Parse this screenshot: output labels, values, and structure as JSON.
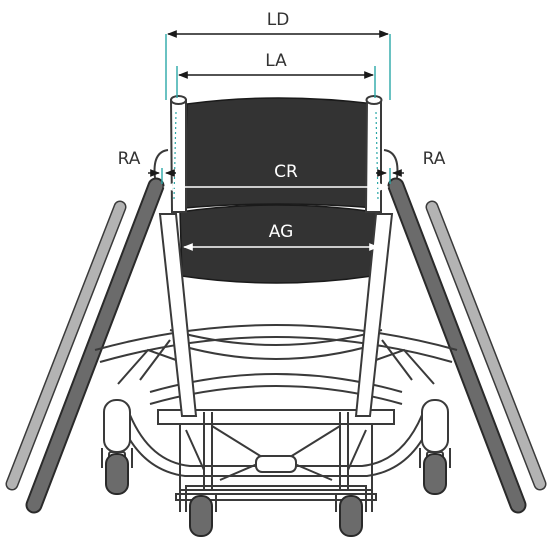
{
  "labels": {
    "ld": "LD",
    "la": "LA",
    "cr": "CR",
    "ag": "AG",
    "ra_left": "RA",
    "ra_right": "RA"
  },
  "colors": {
    "cushion": "#333333",
    "frame_stroke": "#3a3a3a",
    "dimension_line": "#1a1a1a",
    "guide_line": "#2aa7a7",
    "wheel_dark": "#666666",
    "wheel_light": "#b3b3b3",
    "white_dimension": "#ffffff"
  }
}
